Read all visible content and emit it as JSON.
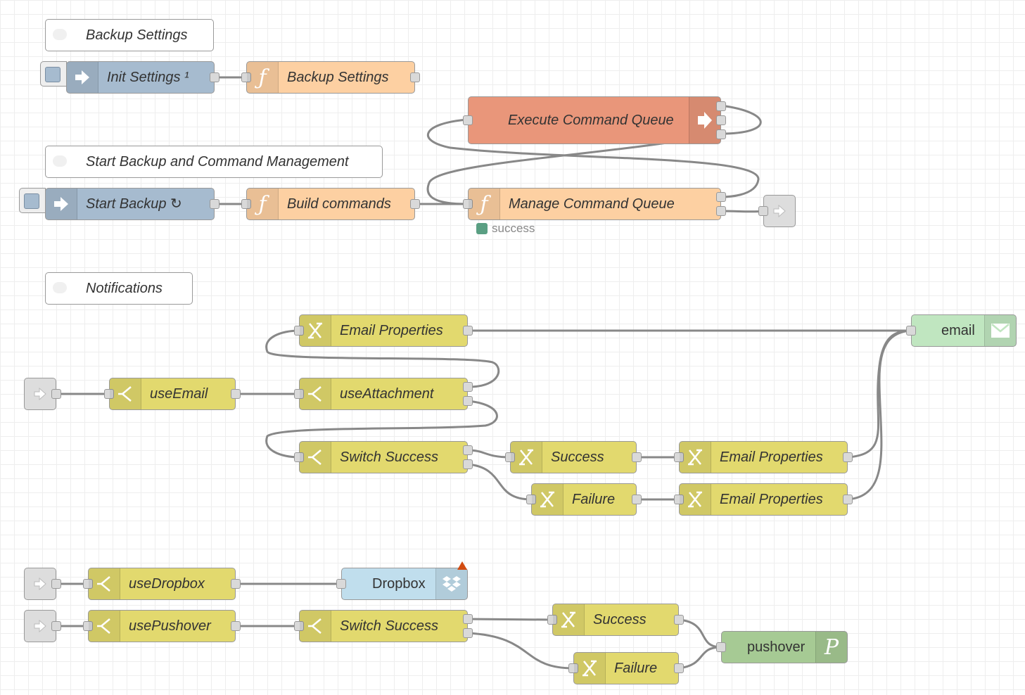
{
  "colors": {
    "inject": "#a6bbcf",
    "function": "#fdd0a2",
    "exec": "#e9967a",
    "switch_change": "#e2d96e",
    "email": "#c0e6c0",
    "dropbox": "#c0deed",
    "pushover": "#a6ca94",
    "link": "#dddddd",
    "wire": "#888888",
    "status_ok": "#5a9f83"
  },
  "comments": {
    "backup_settings": "Backup Settings",
    "start_backup_mgmt": "Start Backup and Command Management",
    "notifications": "Notifications"
  },
  "nodes": {
    "init_settings": {
      "label": "Init Settings ¹",
      "icon": "arrow-in-icon"
    },
    "backup_settings_fn": {
      "label": "Backup Settings",
      "icon": "function-icon"
    },
    "execute_queue": {
      "label": "Execute Command Queue",
      "icon": "exec-icon"
    },
    "start_backup": {
      "label": "Start Backup ↻",
      "icon": "arrow-in-icon"
    },
    "build_commands": {
      "label": "Build commands",
      "icon": "function-icon"
    },
    "manage_queue": {
      "label": "Manage Command Queue",
      "icon": "function-icon",
      "status": "success"
    },
    "email_props_top": {
      "label": "Email Properties",
      "icon": "change-icon"
    },
    "email_out": {
      "label": "email",
      "icon": "envelope-icon"
    },
    "use_email": {
      "label": "useEmail",
      "icon": "switch-icon"
    },
    "use_attachment": {
      "label": "useAttachment",
      "icon": "switch-icon"
    },
    "switch_success_1": {
      "label": "Switch Success",
      "icon": "switch-icon"
    },
    "success_1": {
      "label": "Success",
      "icon": "change-icon"
    },
    "email_props_success": {
      "label": "Email Properties",
      "icon": "change-icon"
    },
    "failure_1": {
      "label": "Failure",
      "icon": "change-icon"
    },
    "email_props_failure": {
      "label": "Email Properties",
      "icon": "change-icon"
    },
    "use_dropbox": {
      "label": "useDropbox",
      "icon": "switch-icon"
    },
    "dropbox": {
      "label": "Dropbox",
      "icon": "dropbox-icon"
    },
    "use_pushover": {
      "label": "usePushover",
      "icon": "switch-icon"
    },
    "switch_success_2": {
      "label": "Switch Success",
      "icon": "switch-icon"
    },
    "success_2": {
      "label": "Success",
      "icon": "change-icon"
    },
    "failure_2": {
      "label": "Failure",
      "icon": "change-icon"
    },
    "pushover": {
      "label": "pushover",
      "icon": "pushover-icon"
    }
  }
}
